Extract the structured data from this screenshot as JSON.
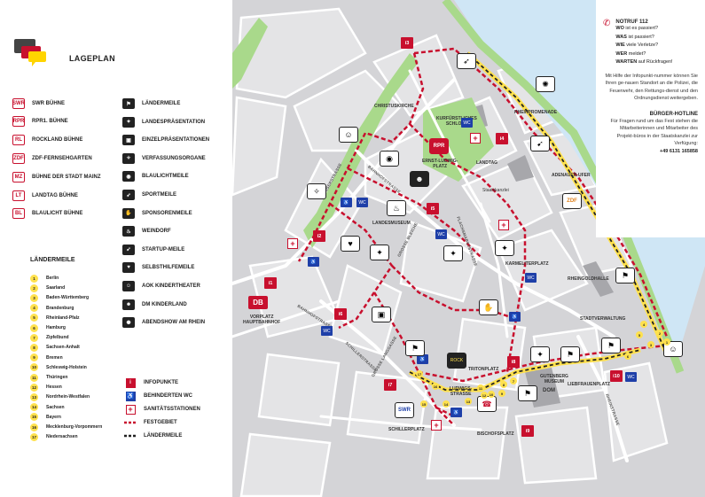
{
  "header": {
    "title": "LAGEPLAN"
  },
  "stages": [
    {
      "icon": "swr-icon",
      "badge": "SWR",
      "label": "SWR BÜHNE"
    },
    {
      "icon": "rpr1-icon",
      "badge": "RPR",
      "label": "RPR1. BÜHNE"
    },
    {
      "icon": "rockland-icon",
      "badge": "RL",
      "label": "ROCKLAND BÜHNE"
    },
    {
      "icon": "zdf-icon",
      "badge": "ZDF",
      "label": "ZDF-FERNSEHGARTEN"
    },
    {
      "icon": "mainz-icon",
      "badge": "MZ",
      "label": "BÜHNE DER STADT MAINZ"
    },
    {
      "icon": "landtag-icon",
      "badge": "LT",
      "label": "LANDTAG BÜHNE"
    },
    {
      "icon": "blaulicht-icon",
      "badge": "BL",
      "label": "BLAULICHT BÜHNE"
    }
  ],
  "themes": [
    {
      "icon": "flag-icon",
      "glyph": "⚑",
      "label": "LÄNDERMEILE"
    },
    {
      "icon": "eagle-icon",
      "glyph": "✦",
      "label": "LANDESPRÄSENTATION"
    },
    {
      "icon": "tv-icon",
      "glyph": "▣",
      "label": "EINZELPRÄSENTATIONEN"
    },
    {
      "icon": "federal-eagle-icon",
      "glyph": "✧",
      "label": "VERFASSUNGSORGANE"
    },
    {
      "icon": "siren-icon",
      "glyph": "◉",
      "label": "BLAULICHTMEILE"
    },
    {
      "icon": "runner-icon",
      "glyph": "➶",
      "label": "SPORTMEILE"
    },
    {
      "icon": "handshake-icon",
      "glyph": "✋",
      "label": "SPONSORENMEILE"
    },
    {
      "icon": "wine-icon",
      "glyph": "♨",
      "label": "WEINDORF"
    },
    {
      "icon": "rocket-icon",
      "glyph": "➹",
      "label": "STARTUP-MEILE"
    },
    {
      "icon": "heart-hands-icon",
      "glyph": "♥",
      "label": "SELBSTHILFEMEILE"
    },
    {
      "icon": "theater-icon",
      "glyph": "☺",
      "label": "AOK KINDERTHEATER"
    },
    {
      "icon": "child-icon",
      "glyph": "☻",
      "label": "DM KINDERLAND"
    },
    {
      "icon": "fireworks-icon",
      "glyph": "✺",
      "label": "ABENDSHOW AM RHEIN"
    }
  ],
  "laendermeile": {
    "title": "LÄNDERMEILE",
    "items": [
      {
        "num": "1",
        "name": "Berlin"
      },
      {
        "num": "2",
        "name": "Saarland"
      },
      {
        "num": "3",
        "name": "Baden-Württemberg"
      },
      {
        "num": "4",
        "name": "Brandenburg"
      },
      {
        "num": "5",
        "name": "Rheinland-Pfalz"
      },
      {
        "num": "6",
        "name": "Hamburg"
      },
      {
        "num": "7",
        "name": "Zipfelbund"
      },
      {
        "num": "8",
        "name": "Sachsen-Anhalt"
      },
      {
        "num": "9",
        "name": "Bremen"
      },
      {
        "num": "10",
        "name": "Schleswig-Holstein"
      },
      {
        "num": "11",
        "name": "Thüringen"
      },
      {
        "num": "12",
        "name": "Hessen"
      },
      {
        "num": "13",
        "name": "Nordrhein-Westfalen"
      },
      {
        "num": "14",
        "name": "Sachsen"
      },
      {
        "num": "15",
        "name": "Bayern"
      },
      {
        "num": "16",
        "name": "Mecklenburg-Vorpommern"
      },
      {
        "num": "17",
        "name": "Niedersachsen"
      }
    ]
  },
  "key": {
    "infopunkte": "INFOPUNKTE",
    "wc": "BEHINDERTEN WC",
    "sanitaet": "SANITÄTSSTATIONEN",
    "festgebiet": "FESTGEBIET",
    "laendermeile": "LÄNDERMEILE"
  },
  "info_points": [
    "i1",
    "i2",
    "i3",
    "i4",
    "i5",
    "i6",
    "i7",
    "i8",
    "i9",
    "i10"
  ],
  "map": {
    "places": {
      "christuskirche": "CHRISTUSKIRCHE",
      "schloss": "KURFÜRSTLICHES\nSCHLOSS",
      "rheinpromenade": "RHEINPROMENADE",
      "ernst_ludwig": "ERNST-LUDWIG-\nPLATZ",
      "landtag": "LANDTAG",
      "staatskanzlei": "Staatskanzlei",
      "adenauer": "ADENAUER-UFER",
      "landesmuseum": "LANDESMUSEUM",
      "karmeliterplatz": "KARMELITERPLATZ",
      "rheingoldhalle": "RHEINGOLDHALLE",
      "stadtverwaltung": "STADTVERWALTUNG",
      "vorplatz": "VORPLATZ\nHAUPTBAHNHOF",
      "tritonplatz": "TRITONPLATZ",
      "gutenberg": "GUTENBERG\nMUSEUM",
      "liebfrauenplatz": "LIEBFRAUENPLATZ",
      "dom": "DOM",
      "schillerplatz": "SCHILLERPLATZ",
      "bischofsplatz": "BISCHOFSPLATZ",
      "ludwigsstrasse": "LUDWIGS-\nSTRASSE",
      "db": "DB"
    },
    "streets": {
      "kaiserstrasse": "KAISERSTRASSE",
      "bahnhofstrasse": "BAHNHOFSTRASSE",
      "grosse_bleiche": "GROSSE BLEICHE",
      "flachsmarkt": "FLACHSMARKTSTRASSE",
      "bahnhofstrasse2": "BAHNHOFSTRASSE",
      "schillerstrasse": "SCHILLERSTRASSE",
      "grosse_langgasse": "GROSSE LANGGASSE",
      "rheinstrasse": "RHEINSTRASSE"
    },
    "wc_label": "WC"
  },
  "infobox": {
    "notruf_title": "NOTRUF 112",
    "lines": [
      {
        "b": "WO",
        "t": " ist es passiert?"
      },
      {
        "b": "WAS",
        "t": " ist passiert?"
      },
      {
        "b": "WIE",
        "t": " viele Verletze?"
      },
      {
        "b": "WER",
        "t": " meldet?"
      },
      {
        "b": "WARTEN",
        "t": " auf Rückfragen!"
      }
    ],
    "paragraph": "Mit Hilfe der Infopunkt-nummer können Sie Ihren ge-nauen Standort an die Polizei, die Feuerwehr, den Rettungs-dienst und den Ordnungsdienst weitergeben.",
    "hotline_title": "BÜRGER-HOTLINE",
    "hotline_text": "Für Fragen rund um das Fest stehen die Mitarbeiterinnen und Mitarbeiter des Projekt-büros in der Staatskanzlei zur Verfügung:",
    "phone": "+49 6131 165858"
  },
  "colors": {
    "red": "#c8102e",
    "river": "#cfe6f5",
    "park": "#a9d98b",
    "building": "#c9c9cc",
    "block": "#dedee1",
    "yellow": "#ffe14d",
    "wcblue": "#1e3fa8"
  }
}
